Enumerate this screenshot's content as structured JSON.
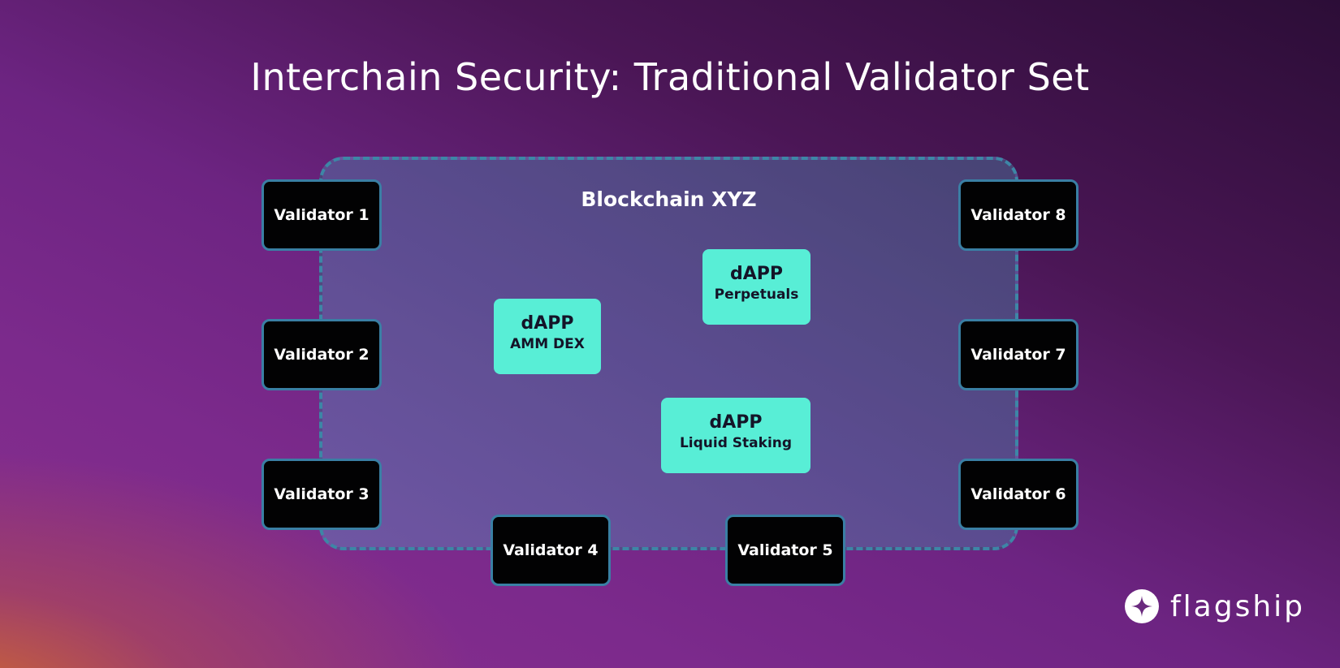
{
  "title": "Interchain Security: Traditional Validator Set",
  "blockchain": {
    "label": "Blockchain XYZ"
  },
  "dapps": [
    {
      "title": "dAPP",
      "subtitle": "AMM DEX"
    },
    {
      "title": "dAPP",
      "subtitle": "Perpetuals"
    },
    {
      "title": "dAPP",
      "subtitle": "Liquid Staking"
    }
  ],
  "validators": [
    "Validator 1",
    "Validator 2",
    "Validator 3",
    "Validator 4",
    "Validator 5",
    "Validator 6",
    "Validator 7",
    "Validator 8"
  ],
  "brand": {
    "name": "flagship",
    "icon": "sparkle-star-icon"
  },
  "colors": {
    "dapp": "#58eed6",
    "validator_border": "#3a7fa4",
    "dashed_border": "#3d86a6",
    "validator_bg": "#020203"
  }
}
